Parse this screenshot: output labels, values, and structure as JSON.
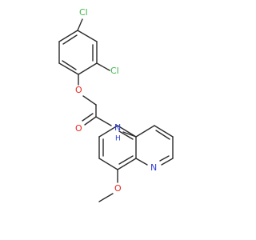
{
  "atoms": {
    "cl_top": {
      "text": "Cl",
      "color": "#3fb54a"
    },
    "cl_right": {
      "text": "Cl",
      "color": "#3fb54a"
    },
    "o_ether": {
      "text": "O",
      "color": "#e8261d"
    },
    "o_carbonyl": {
      "text": "O",
      "color": "#e8261d"
    },
    "nh": {
      "text": "N",
      "sub": "H",
      "color": "#2f3fd4"
    },
    "n_ring": {
      "text": "N",
      "color": "#2f3fd4"
    },
    "o_methoxy": {
      "text": "O",
      "color": "#e8261d"
    }
  }
}
